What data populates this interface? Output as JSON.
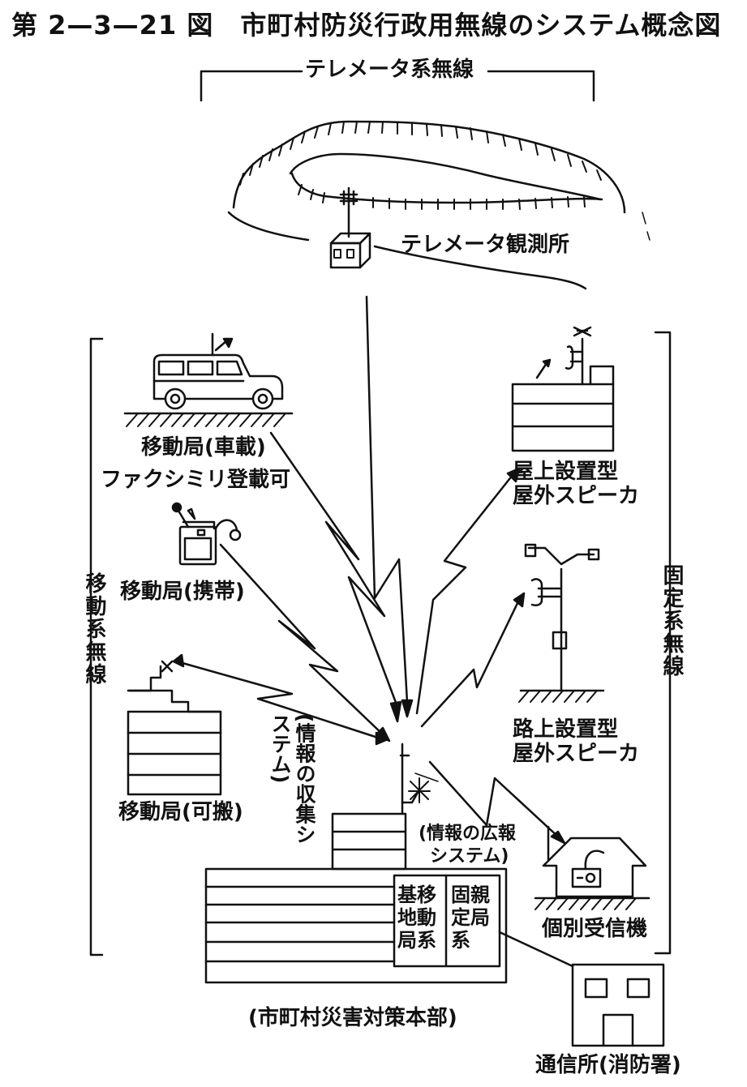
{
  "title": "第 2—3—21 図　市町村防災行政用無線のシステム概念図",
  "labels": {
    "telemeter_system": "テレメータ系無線",
    "telemeter_station": "テレメータ観測所",
    "mobile_vehicle": "移動局(車載)",
    "fax_capable": "ファクシミリ登載可",
    "mobile_handheld": "移動局(携帯)",
    "mobile_portable": "移動局(可搬)",
    "mobile_system": "移動系無線",
    "fixed_system": "固定系無線",
    "rooftop_speaker_1": "屋上設置型",
    "rooftop_speaker_2": "屋外スピーカ",
    "road_speaker_1": "路上設置型",
    "road_speaker_2": "屋外スピーカ",
    "info_collection": "(情報の収集システム)",
    "info_broadcast_1": "(情報の広報",
    "info_broadcast_2": "システム)",
    "base_station": "基移地動局系",
    "parent_station": "固親定局系",
    "individual_receiver": "個別受信機",
    "hq": "(市町村災害対策本部)",
    "comm_station": "通信所(消防署)"
  }
}
